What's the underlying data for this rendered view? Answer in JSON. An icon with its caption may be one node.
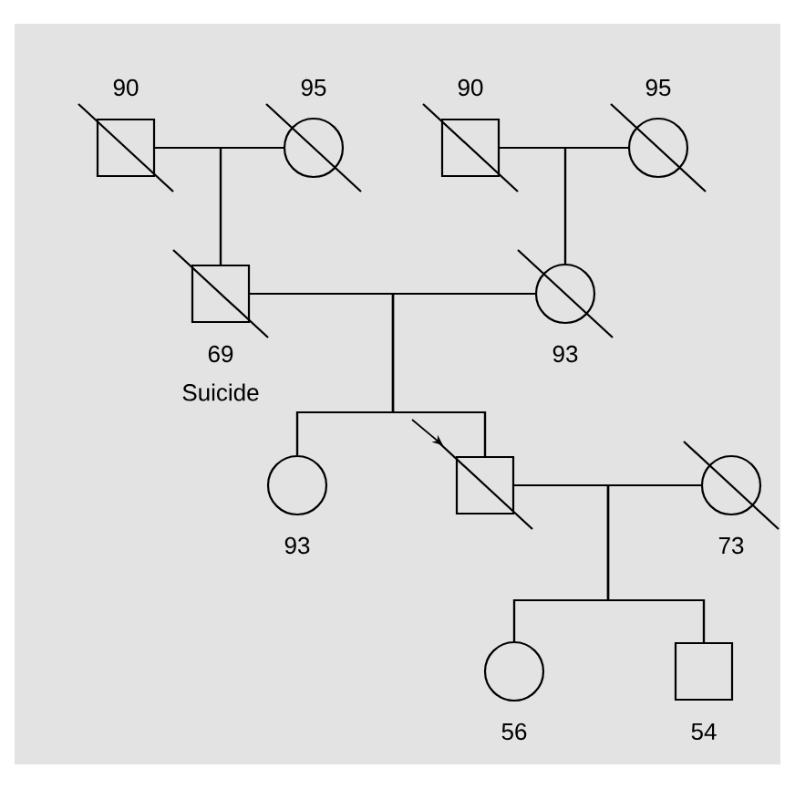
{
  "diagram": {
    "nodes": [
      {
        "text": [],
        "shape": "box",
        "beside": [
          "90"
        ]
      },
      {
        "text": [],
        "shape": "circle",
        "beside": [
          "95"
        ]
      },
      {
        "text": [],
        "shape": "box",
        "beside": [
          "90"
        ]
      },
      {
        "text": [],
        "shape": "circle",
        "beside": [
          "95"
        ]
      },
      {
        "text": [],
        "shape": "box",
        "beside": [
          "69",
          "Suicide"
        ]
      },
      {
        "text": [],
        "shape": "circle",
        "beside": [
          "93"
        ]
      },
      {
        "text": [],
        "shape": "circle",
        "beside": [
          "93"
        ]
      },
      {
        "text": [],
        "shape": "box"
      },
      {
        "text": [],
        "shape": "circle",
        "beside": [
          "73"
        ]
      },
      {
        "text": [],
        "shape": "circle",
        "beside": [
          "56"
        ]
      },
      {
        "text": [],
        "shape": "box",
        "beside": [
          "54"
        ]
      }
    ],
    "edges": [
      {
        "from": 0,
        "to": 1,
        "arrow": "none"
      },
      {
        "from": 2,
        "to": 3,
        "arrow": "none"
      },
      {
        "from": 4,
        "to": 5,
        "arrow": "none"
      },
      {
        "from": 0,
        "to": 4,
        "arrow": "none"
      },
      {
        "from": 1,
        "to": 4,
        "arrow": "none"
      },
      {
        "from": 2,
        "to": 5,
        "arrow": "none"
      },
      {
        "from": 3,
        "to": 5,
        "arrow": "none"
      },
      {
        "from": 7,
        "to": 8,
        "arrow": "none"
      },
      {
        "from": 4,
        "to": 6,
        "arrow": "none"
      },
      {
        "from": 5,
        "to": 6,
        "arrow": "none"
      },
      {
        "from": 4,
        "to": 7,
        "arrow": "none"
      },
      {
        "from": 5,
        "to": 7,
        "arrow": "none"
      },
      {
        "from": 7,
        "to": 9,
        "arrow": "none"
      },
      {
        "from": 8,
        "to": 9,
        "arrow": "none"
      },
      {
        "from": 7,
        "to": 10,
        "arrow": "none"
      },
      {
        "from": 8,
        "to": 10,
        "arrow": "none"
      },
      {
        "from": null,
        "to": 7,
        "arrow": "to"
      }
    ]
  }
}
